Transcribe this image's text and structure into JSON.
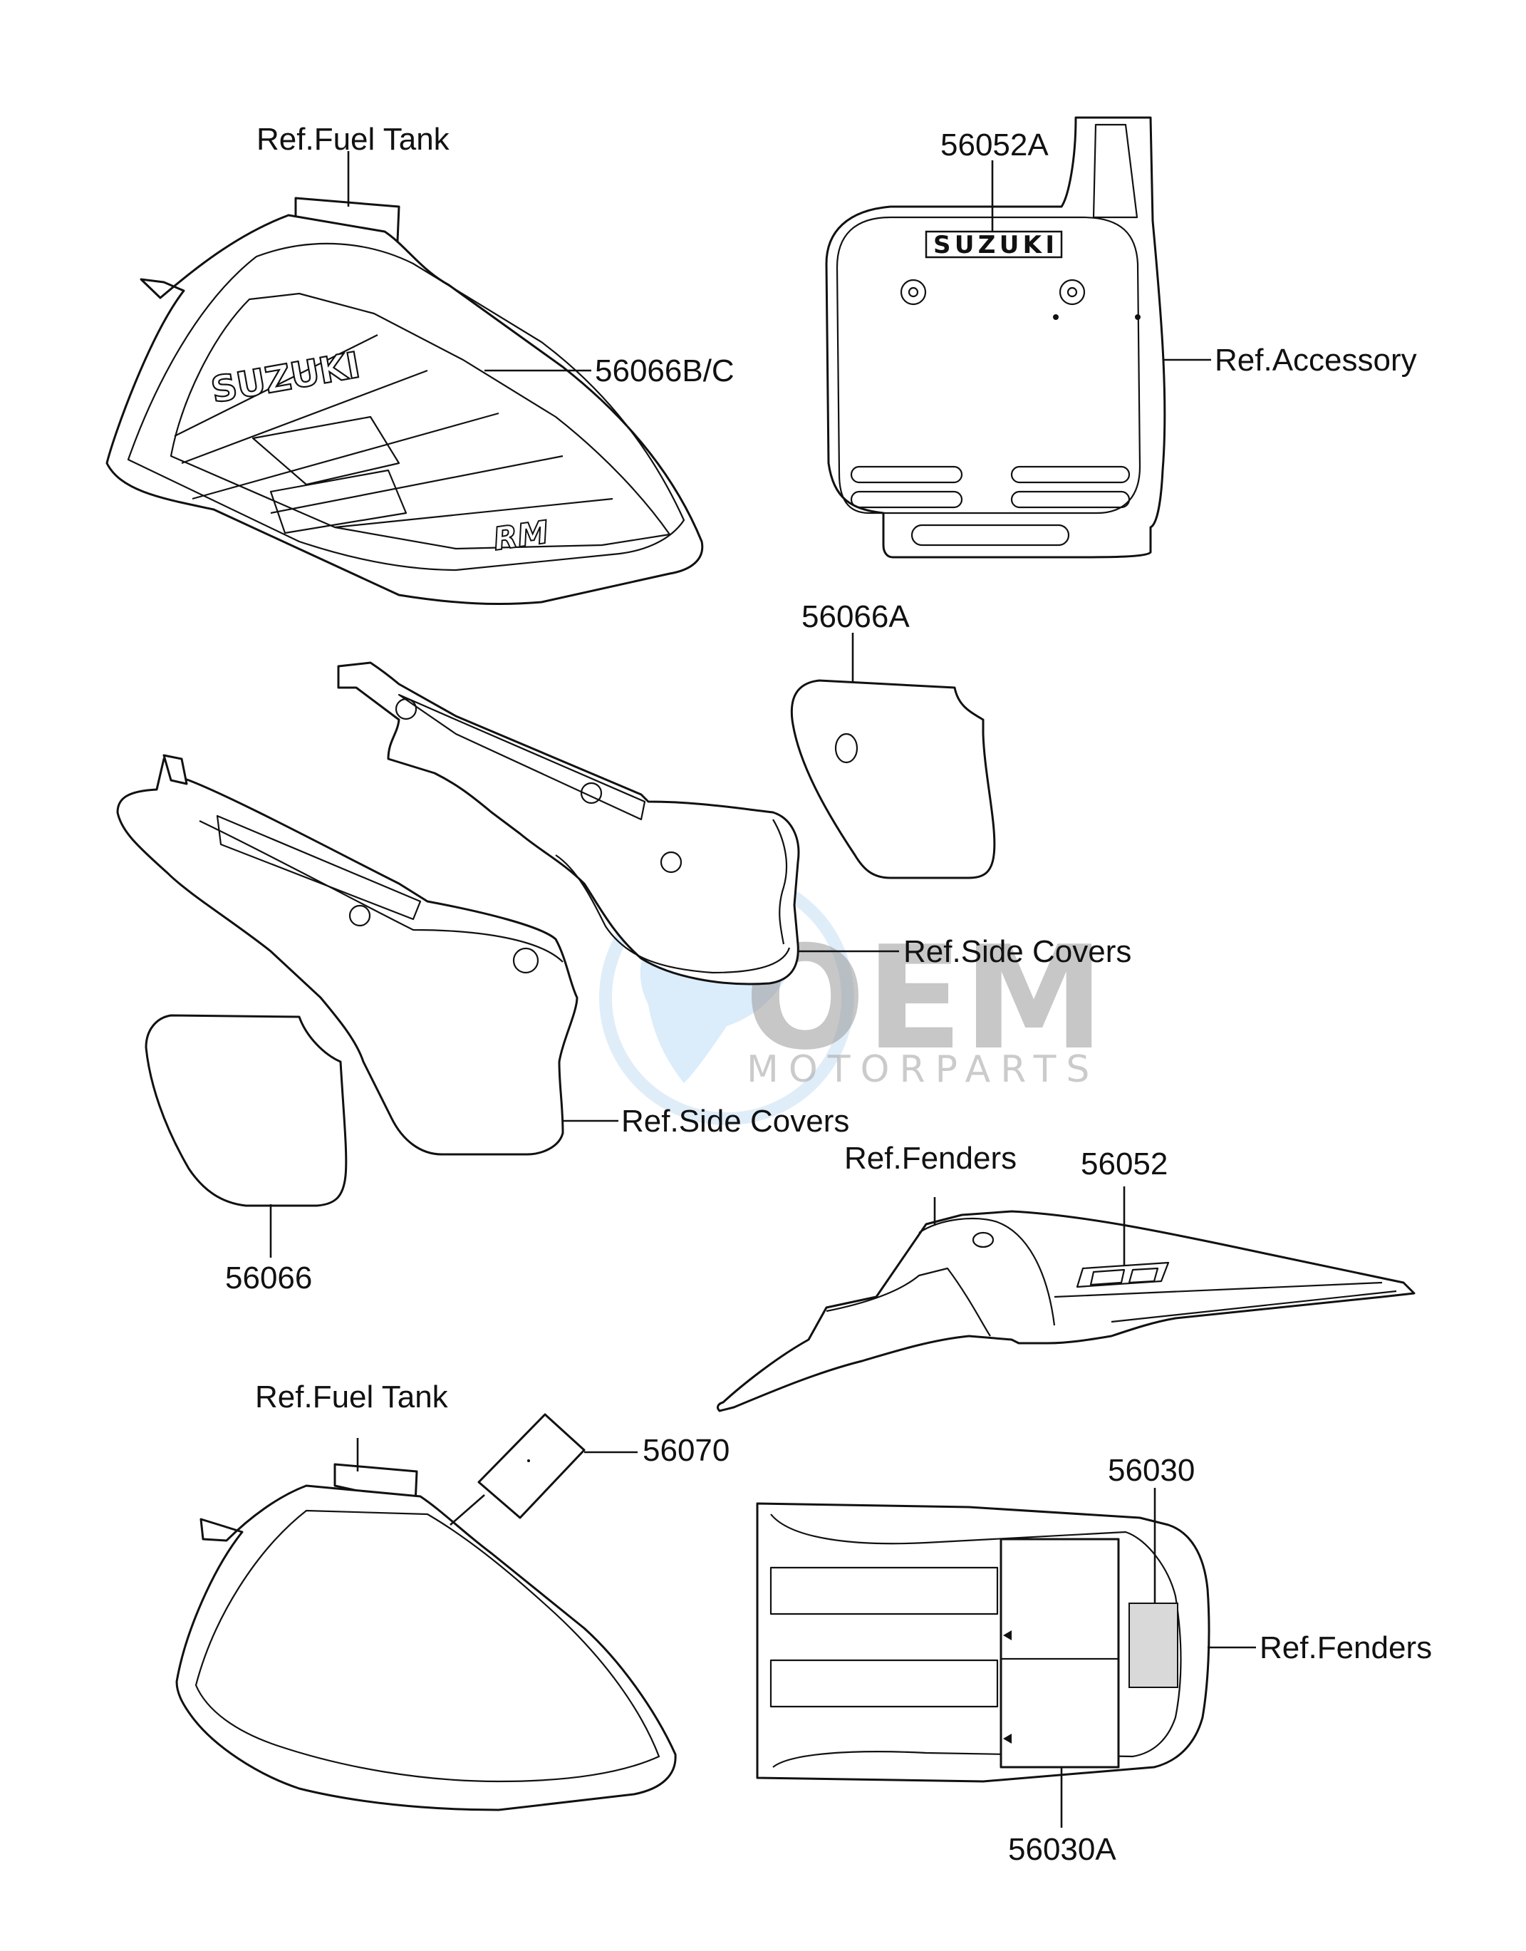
{
  "labels": {
    "ref_fuel_tank_top": "Ref.Fuel Tank",
    "p56066bc": "56066B/C",
    "p56052a": "56052A",
    "ref_accessory": "Ref.Accessory",
    "p56066a": "56066A",
    "ref_side_covers_right": "Ref.Side Covers",
    "ref_side_covers_left": "Ref.Side Covers",
    "p56066": "56066",
    "ref_fenders_front": "Ref.Fenders",
    "p56052": "56052",
    "ref_fuel_tank_bottom": "Ref.Fuel Tank",
    "p56070": "56070",
    "p56030": "56030",
    "ref_fenders_rear": "Ref.Fenders",
    "p56030a": "56030A"
  },
  "emblems": {
    "tank_brand": "SUZUKI",
    "tank_model": "RM",
    "plate_brand": "SUZUKI"
  },
  "watermark": {
    "brand": "OEM",
    "tagline": "MOTORPARTS"
  }
}
